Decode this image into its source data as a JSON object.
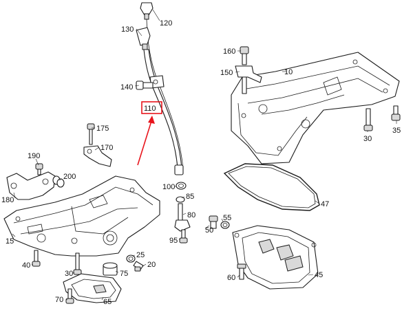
{
  "labels": {
    "p120": "120",
    "p130": "130",
    "p110": "110",
    "p140": "140",
    "p160": "160",
    "p150": "150",
    "p10": "10",
    "p175": "175",
    "p170": "170",
    "p190": "190",
    "p200": "200",
    "p180": "180",
    "p35": "35",
    "p30_right": "30",
    "p100": "100",
    "p85": "85",
    "p80": "80",
    "p47": "47",
    "p55": "55",
    "p50": "50",
    "p95": "95",
    "p15": "15",
    "p25": "25",
    "p20": "20",
    "p40": "40",
    "p30_left": "30",
    "p75": "75",
    "p60": "60",
    "p45": "45",
    "p70": "70",
    "p65": "65"
  },
  "colors": {
    "highlight": "#e8141c",
    "line": "#1a1a1a",
    "shade": "#d9d9d9"
  }
}
